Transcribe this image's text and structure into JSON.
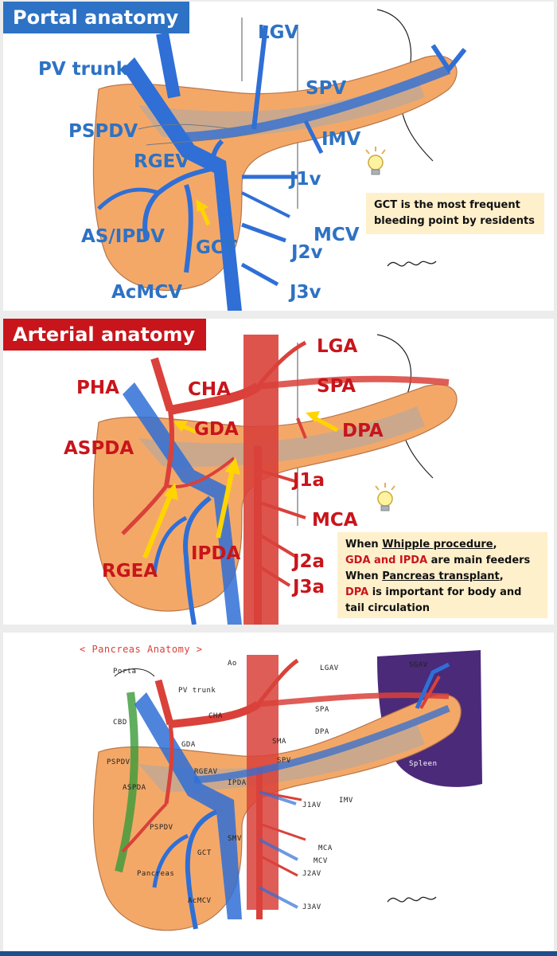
{
  "colors": {
    "portal_blue": "#2d72c4",
    "arterial_red": "#c8151b",
    "pancreas_orange": "#f4a868",
    "vein_blue": "#2f6fd6",
    "artery_red": "#d9413a",
    "note_bg": "#fff0cc",
    "spleen_purple": "#4b2a7a",
    "cbd_green": "#3a9a3a"
  },
  "portal": {
    "title": "Portal anatomy",
    "labels": {
      "lgv": "LGV",
      "pv_trunk": "PV trunk",
      "spv": "SPV",
      "pspdv": "PSPDV",
      "imv": "IMV",
      "rgev": "RGEV",
      "j1v": "J1v",
      "as_ipdv": "AS/IPDV",
      "mcv": "MCV",
      "gct": "GCT",
      "j2v": "J2v",
      "acmcv": "AcMCV",
      "j3v": "J3v"
    },
    "note": {
      "line1": "GCT is the most frequent",
      "line2": "bleeding point by residents"
    }
  },
  "arterial": {
    "title": "Arterial anatomy",
    "labels": {
      "lga": "LGA",
      "pha": "PHA",
      "cha": "CHA",
      "spa": "SPA",
      "gda": "GDA",
      "dpa": "DPA",
      "aspda": "ASPDA",
      "j1a": "J1a",
      "mca": "MCA",
      "ipda": "IPDA",
      "rgea": "RGEA",
      "j2a": "J2a",
      "j3a": "J3a"
    },
    "note": {
      "l1_pre": "When ",
      "l1_u": "Whipple procedure",
      "l1_post": ",",
      "l2_red": "GDA and IPDA",
      "l2_post": " are main feeders",
      "l3_pre": "When ",
      "l3_u": "Pancreas transplant",
      "l3_post": ",",
      "l4_red": "DPA",
      "l4_post": " is important for body and",
      "l5": "tail circulation"
    }
  },
  "combined": {
    "title": "< Pancreas Anatomy >",
    "labels": {
      "ao": "Ao",
      "lgav": "LGAV",
      "sgav": "SGAV",
      "porta": "Porta",
      "pv_trunk": "PV trunk",
      "cbd": "CBD",
      "cha": "CHA",
      "spa": "SPA",
      "dpa": "DPA",
      "sma": "SMA",
      "gda": "GDA",
      "pspdv": "PSPDV",
      "spv": "SPV",
      "spleen": "Spleen",
      "aspda": "ASPDA",
      "rgeav": "RGEAV",
      "ipda": "IPDA",
      "j1av": "J1AV",
      "imv": "IMV",
      "pspdv2": "PSPDV",
      "smv": "SMV",
      "gct": "GCT",
      "mca": "MCA",
      "mcv": "MCV",
      "pancreas": "Pancreas",
      "acmcv": "AcMCV",
      "j2av": "J2AV",
      "j3av": "J3AV"
    }
  }
}
